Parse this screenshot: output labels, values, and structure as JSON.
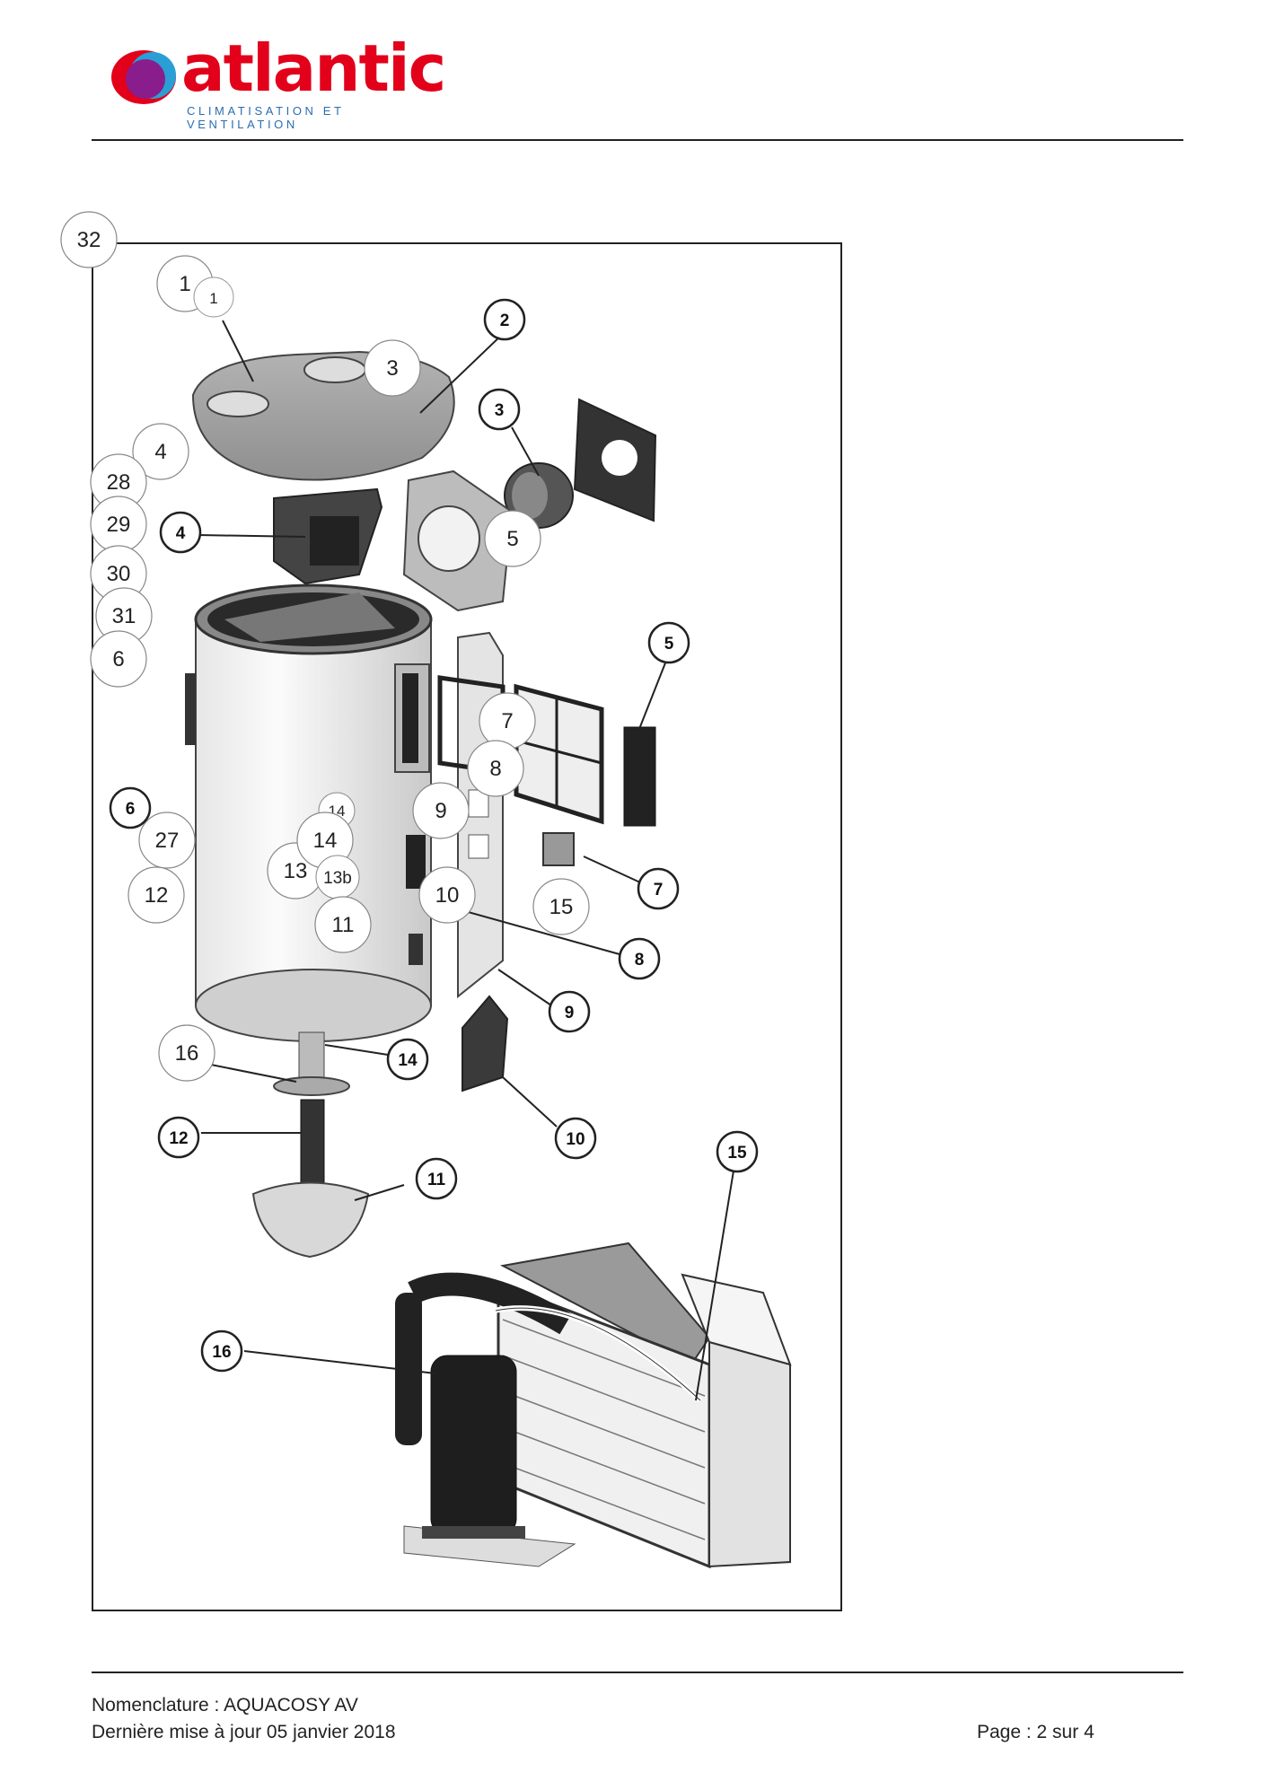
{
  "header": {
    "brand_name": "atlantic",
    "brand_tagline": "CLIMATISATION ET VENTILATION",
    "brand_colors": {
      "primary": "#e2001a",
      "secondary": "#2a6db0",
      "accent": "#8a1d8c"
    }
  },
  "diagram": {
    "frame_label": "32",
    "reference_labels": [
      "1",
      "4",
      "28",
      "29",
      "30",
      "31",
      "6",
      "6",
      "27",
      "12",
      "13",
      "14",
      "14",
      "13b",
      "11",
      "16",
      "3",
      "5",
      "7",
      "8",
      "9",
      "10",
      "15"
    ],
    "callouts": [
      "1",
      "2",
      "3",
      "4",
      "5",
      "5",
      "7",
      "8",
      "9",
      "10",
      "11",
      "12",
      "14",
      "15",
      "16"
    ]
  },
  "footer": {
    "nomenclature": "Nomenclature : AQUACOSY AV",
    "updated": "Dernière mise à jour 05 janvier 2018",
    "page": "Page : 2 sur 4"
  }
}
